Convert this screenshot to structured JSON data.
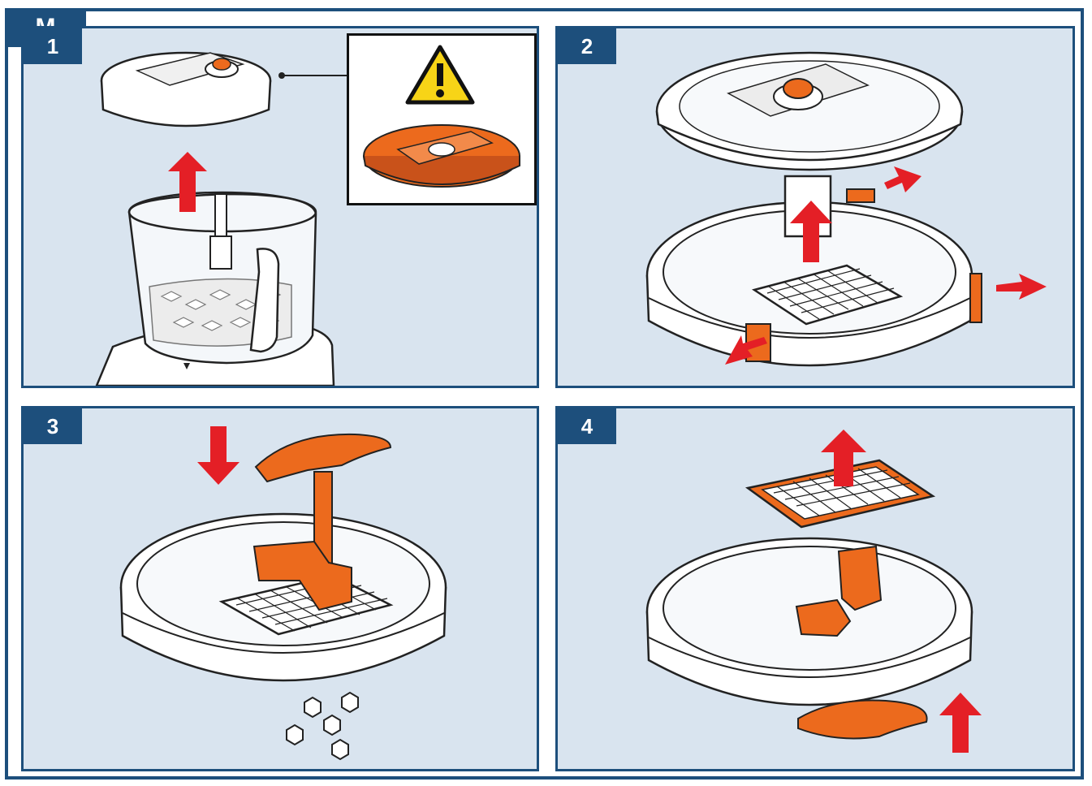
{
  "figure": {
    "section_label": "M",
    "steps": [
      {
        "label": "1"
      },
      {
        "label": "2"
      },
      {
        "label": "3"
      },
      {
        "label": "4"
      }
    ]
  },
  "colors": {
    "frame_blue": "#1d4f7c",
    "panel_bg": "#d9e4ef",
    "part_orange": "#ec6a1d",
    "arrow_red": "#e41f26",
    "warning_yellow": "#f7d417"
  },
  "icons": [
    "warning-icon",
    "arrow-up-icon",
    "arrow-down-icon",
    "arrow-right-icon"
  ]
}
